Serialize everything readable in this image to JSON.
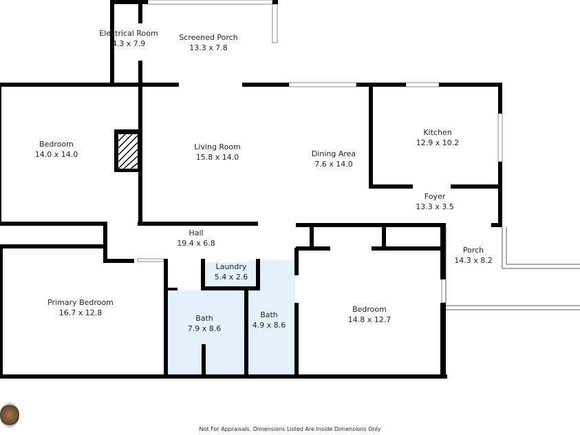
{
  "rooms": [
    {
      "name": "Electrical Room",
      "dims": "4.3 x 7.9"
    },
    {
      "name": "Screened Porch",
      "dims": "13.3 x 7.8"
    },
    {
      "name": "Bedroom",
      "dims": "14.0 x 14.0"
    },
    {
      "name": "Living Room",
      "dims": "15.8 x 14.0"
    },
    {
      "name": "Dining Area",
      "dims": "7.6 x 14.0"
    },
    {
      "name": "Kitchen",
      "dims": "12.9 x 10.2"
    },
    {
      "name": "Foyer",
      "dims": "13.3 x 3.5"
    },
    {
      "name": "Hall",
      "dims": "19.4 x 6.8"
    },
    {
      "name": "Porch",
      "dims": "14.3 x 8.2"
    },
    {
      "name": "Laundry",
      "dims": "5.4 x 2.6"
    },
    {
      "name": "Primary Bedroom",
      "dims": "16.7 x 12.8"
    },
    {
      "name": "Bath",
      "dims": "7.9 x 8.6"
    },
    {
      "name": "Bath",
      "dims": "4.9 x 8.6"
    },
    {
      "name": "Bedroom",
      "dims": "14.8 x 12.7"
    }
  ],
  "footer": "Not For Appraisals. Dimensions Listed Are Inside Dimensions Only",
  "colors": {
    "wall": "#000000",
    "bath_fill": "#e3f1fb",
    "window": "#888888"
  }
}
